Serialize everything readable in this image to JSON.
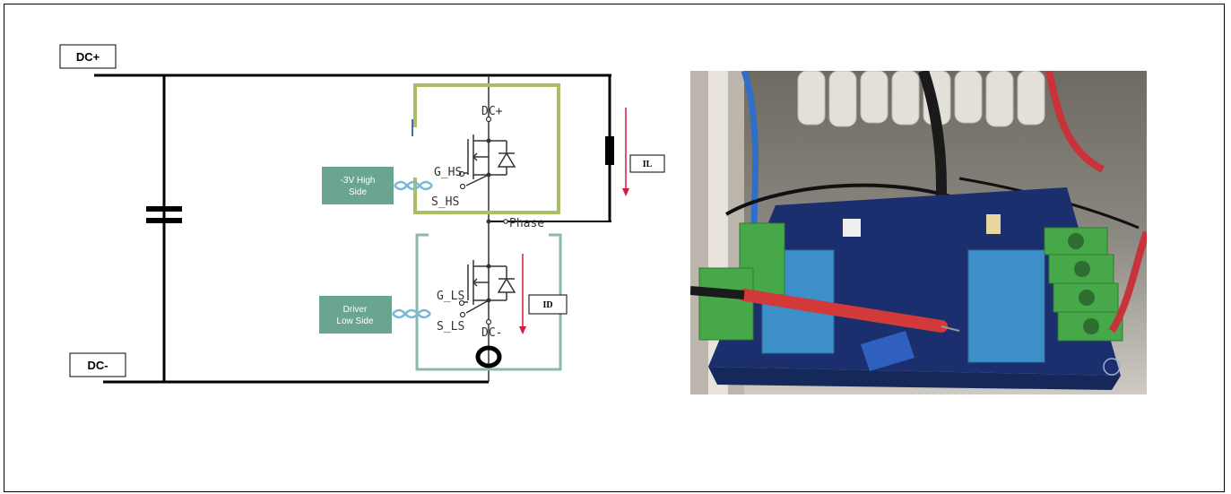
{
  "diagram": {
    "rail_labels": {
      "dc_plus": "DC+",
      "dc_minus": "DC-"
    },
    "node_labels": {
      "dc_plus_node": "DC+",
      "phase": "Phase",
      "dc_minus_node": "DC-",
      "g_hs": "G_HS",
      "s_hs": "S_HS",
      "g_ls": "G_LS",
      "s_ls": "S_LS"
    },
    "drivers": {
      "high_side": {
        "line1": "-3V High",
        "line2": "Side"
      },
      "low_side": {
        "line1": "Driver",
        "line2": "Low Side"
      }
    },
    "currents": {
      "il": "IL",
      "id": "ID"
    },
    "colors": {
      "wire": "#000000",
      "high_side_box": "#a8c060",
      "low_side_box": "#8cb8ac",
      "driver_fill": "#6aa58f",
      "current_arrow": "#d81b3c",
      "twisted_pair": "#7ab8d8"
    }
  },
  "photo": {
    "description_icon": "test-board-photo"
  }
}
